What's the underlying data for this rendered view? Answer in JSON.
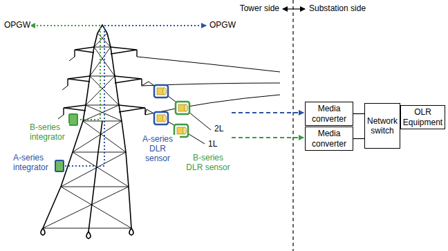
{
  "diagram": {
    "nodes": [
      {
        "text": [
          "Media converter"
        ]
      },
      {
        "text": [
          "Media converter"
        ]
      },
      {
        "text": [
          "Network switch"
        ]
      },
      {
        "text": [
          "OLR Equipment"
        ]
      }
    ],
    "edges": [
      {
        "from": 0,
        "to": 2,
        "arrow": "none"
      },
      {
        "from": 1,
        "to": 2,
        "arrow": "none"
      },
      {
        "from": 2,
        "to": 3,
        "arrow": "none"
      }
    ],
    "labels": [
      "OPGW",
      "OPGW",
      "Tower side",
      "Substation side",
      "2L",
      "1L",
      "A-series DLR sensor",
      "B-series DLR sensor",
      "B-series integrator",
      "A-series integrator"
    ]
  }
}
